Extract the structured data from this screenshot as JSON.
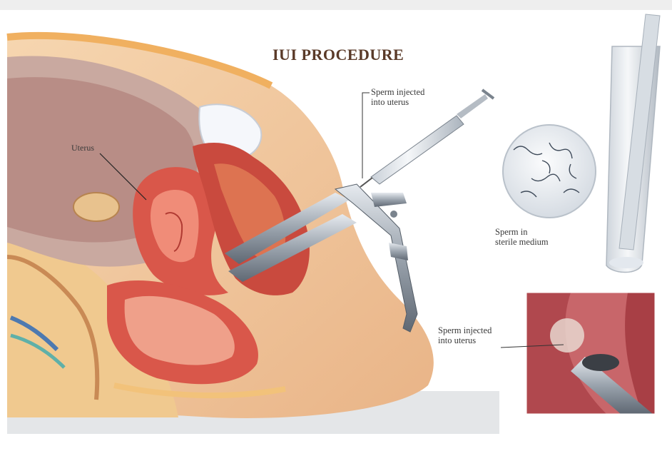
{
  "title": "IUI PROCEDURE",
  "labels": {
    "uterus": "Uterus",
    "injected_main": [
      "Sperm injected",
      "into uterus"
    ],
    "sterile_medium": [
      "Sperm in",
      "sterile medium"
    ],
    "injected_inset": [
      "Sperm injected",
      "into uterus"
    ]
  },
  "colors": {
    "title": "#5a3a28",
    "skin": "#f2c79b",
    "tissue": "#d9574a",
    "instrument": "#9aa3ad"
  }
}
